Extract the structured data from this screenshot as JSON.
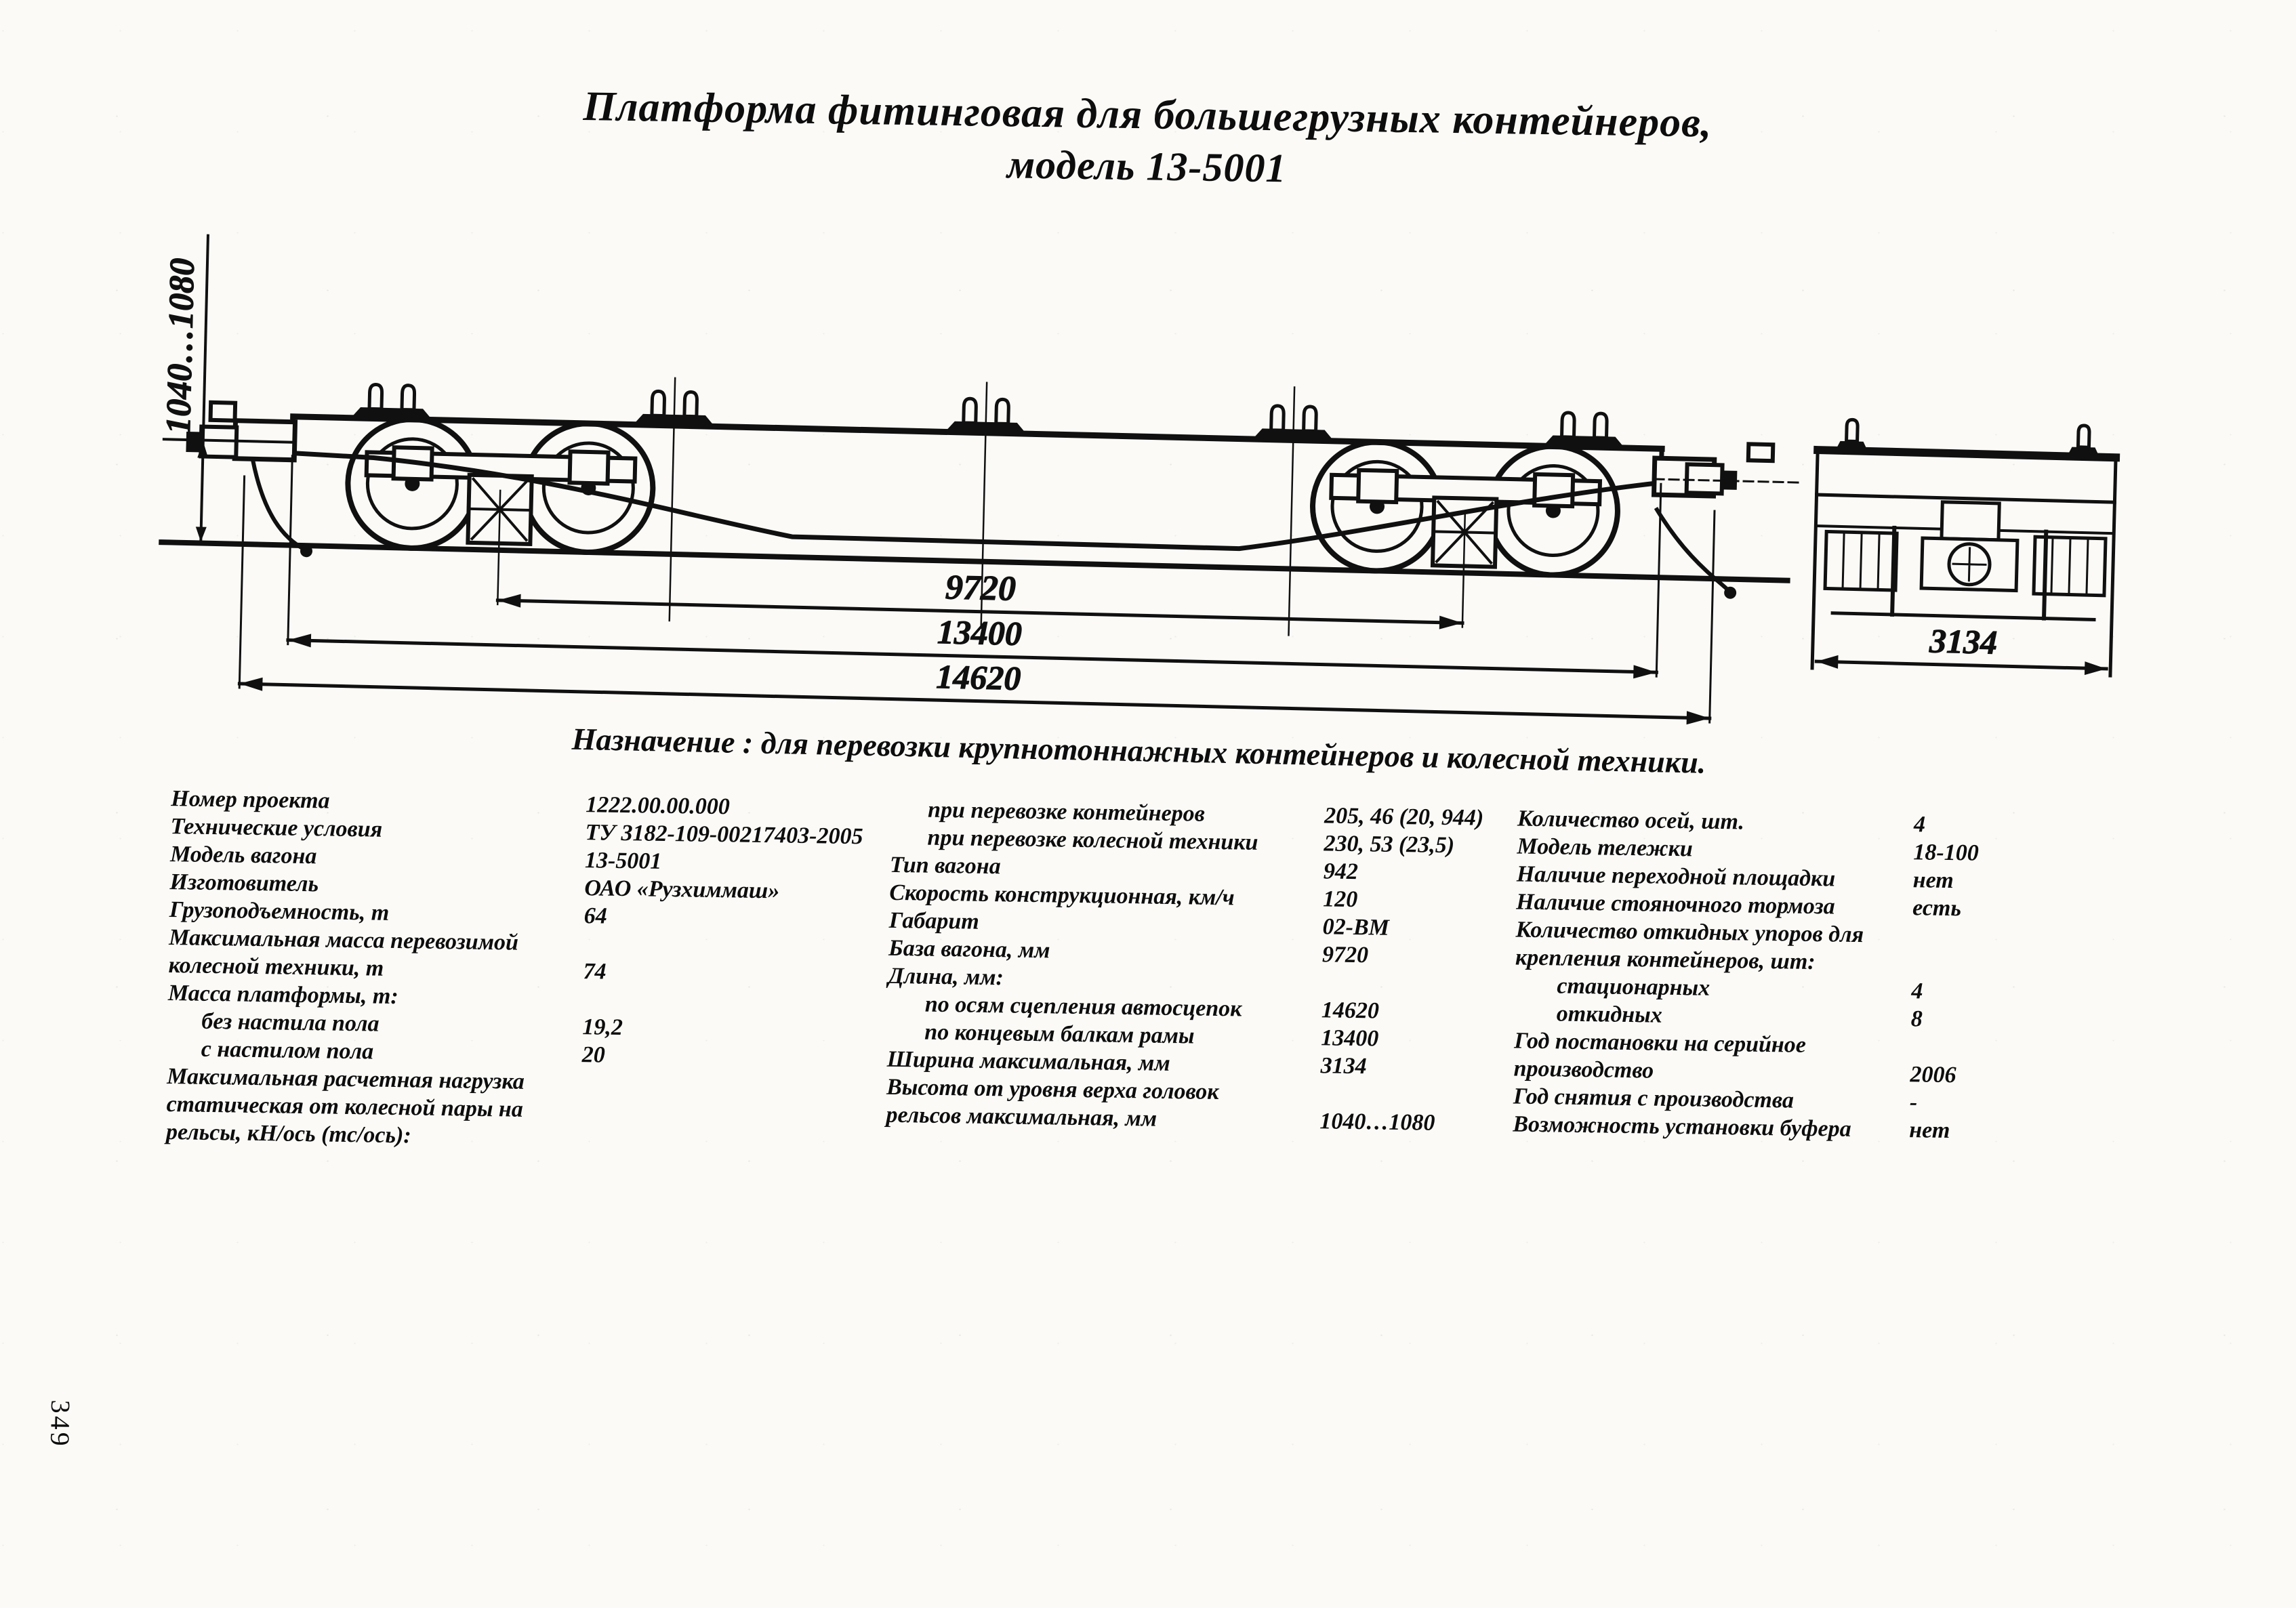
{
  "title": {
    "line1": "Платформа  фитинговая для большегрузных контейнеров,",
    "line2": "модель 13-5001"
  },
  "purpose": "Назначение : для перевозки крупнотоннажных контейнеров и колесной техники.",
  "drawing": {
    "height_mm": "1040…1080",
    "bogie_base_mm": "9720",
    "frame_length_mm": "13400",
    "coupler_length_mm": "14620",
    "end_width_mm": "3134"
  },
  "specs": {
    "col1": [
      {
        "label": "Номер проекта",
        "value": "1222.00.00.000"
      },
      {
        "label": "Технические условия",
        "value": "ТУ 3182-109-00217403-2005"
      },
      {
        "label": "Модель вагона",
        "value": "13-5001"
      },
      {
        "label": "Изготовитель",
        "value": "ОАО «Рузхиммаш»"
      },
      {
        "label": "Грузоподъемность, т",
        "value": "64"
      },
      {
        "label": "Максимальная масса перевозимой",
        "value": ""
      },
      {
        "label": "колесной техники, т",
        "value": "74"
      },
      {
        "label": "Масса платформы, т:",
        "value": ""
      },
      {
        "label": "без настила пола",
        "value": "19,2"
      },
      {
        "label": "с настилом пола",
        "value": "20"
      },
      {
        "label": "Максимальная расчетная нагрузка",
        "value": ""
      },
      {
        "label": "статическая от колесной пары на",
        "value": ""
      },
      {
        "label": "рельсы, кН/ось (тс/ось):",
        "value": ""
      }
    ],
    "col2": [
      {
        "label": "при перевозке контейнеров",
        "value": "205, 46 (20, 944)"
      },
      {
        "label": "при перевозке колесной техники",
        "value": "230, 53 (23,5)"
      },
      {
        "label": "Тип вагона",
        "value": "942"
      },
      {
        "label": "Скорость конструкционная, км/ч",
        "value": "120"
      },
      {
        "label": "Габарит",
        "value": "02-ВМ"
      },
      {
        "label": "База вагона, мм",
        "value": "9720"
      },
      {
        "label": "Длина, мм:",
        "value": ""
      },
      {
        "label": "по осям сцепления автосцепок",
        "value": "14620"
      },
      {
        "label": "по концевым балкам рамы",
        "value": "13400"
      },
      {
        "label": "Ширина максимальная, мм",
        "value": "3134"
      },
      {
        "label": "Высота от уровня верха головок",
        "value": ""
      },
      {
        "label": "рельсов  максимальная, мм",
        "value": "1040…1080"
      }
    ],
    "col3": [
      {
        "label": "Количество осей, шт.",
        "value": "4"
      },
      {
        "label": "Модель тележки",
        "value": "18-100"
      },
      {
        "label": "Наличие переходной площадки",
        "value": "нет"
      },
      {
        "label": "Наличие стояночного тормоза",
        "value": "есть"
      },
      {
        "label": "Количество откидных упоров для",
        "value": ""
      },
      {
        "label": "крепления контейнеров, шт:",
        "value": ""
      },
      {
        "label": "стационарных",
        "value": "4"
      },
      {
        "label": "откидных",
        "value": "8"
      },
      {
        "label": "Год постановки на серийное",
        "value": ""
      },
      {
        "label": "производство",
        "value": "2006"
      },
      {
        "label": "Год снятия с производства",
        "value": "-"
      },
      {
        "label": "Возможность установки буфера",
        "value": "нет"
      }
    ]
  },
  "page": {
    "number": "349"
  },
  "colors": {
    "ink": "#101010",
    "paper": "#fbfaf7"
  }
}
